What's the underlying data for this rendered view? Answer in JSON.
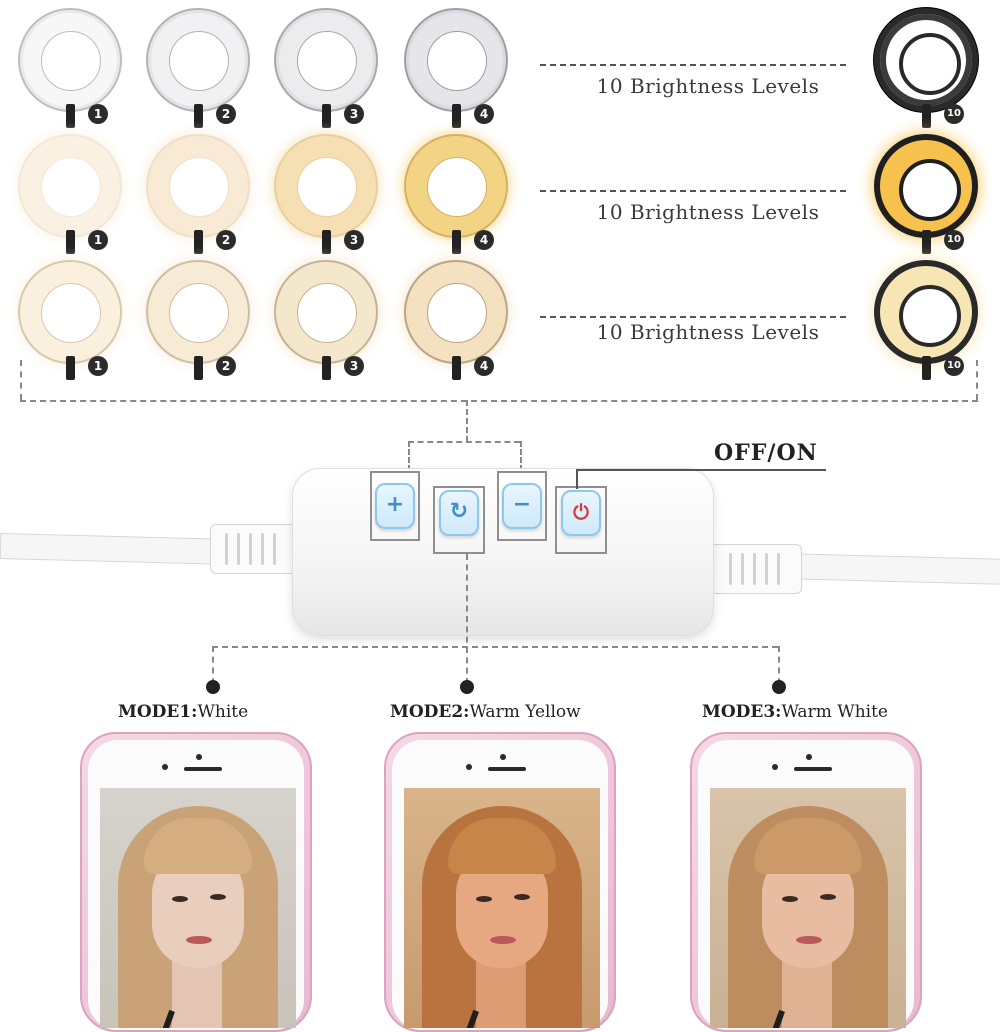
{
  "brightness_rows": [
    {
      "label": "10 Brightness Levels",
      "mode": "white",
      "levels": [
        "1",
        "2",
        "3",
        "4"
      ],
      "max_level": "10"
    },
    {
      "label": "10 Brightness Levels",
      "mode": "warm-yellow",
      "levels": [
        "1",
        "2",
        "3",
        "4"
      ],
      "max_level": "10"
    },
    {
      "label": "10 Brightness Levels",
      "mode": "warm-white",
      "levels": [
        "1",
        "2",
        "3",
        "4"
      ],
      "max_level": "10"
    }
  ],
  "controller": {
    "power_label": "OFF/ON",
    "buttons": [
      {
        "icon": "plus-icon",
        "glyph": "+"
      },
      {
        "icon": "mode-cycle-icon",
        "glyph": "↻"
      },
      {
        "icon": "minus-icon",
        "glyph": "−"
      },
      {
        "icon": "power-icon",
        "glyph": "⏻"
      }
    ]
  },
  "modes": [
    {
      "prefix": "MODE1:",
      "name": "White"
    },
    {
      "prefix": "MODE2:",
      "name": "Warm Yellow"
    },
    {
      "prefix": "MODE3:",
      "name": "Warm White"
    }
  ],
  "colors": {
    "white_mode_ring": "#f2f2f4",
    "warm_yellow_ring": "#f3c766",
    "warm_white_ring": "#f6e4b8",
    "button_blue": "#8cc8ec",
    "power_red": "#d43a3a",
    "phone_pink": "#e7b9cf"
  }
}
